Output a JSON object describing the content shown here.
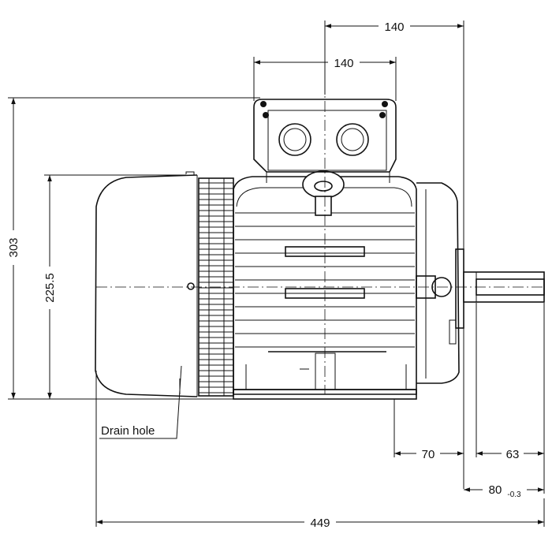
{
  "dimensions": {
    "top_overall": "140",
    "terminal_box": "140",
    "height_total": "303",
    "height_body": "225.5",
    "foot_to_shaft": "70",
    "shaft_length": "63",
    "shaft_dia": "80",
    "shaft_tol": "-0.3",
    "overall_length": "449"
  },
  "labels": {
    "drain_hole": "Drain hole"
  }
}
